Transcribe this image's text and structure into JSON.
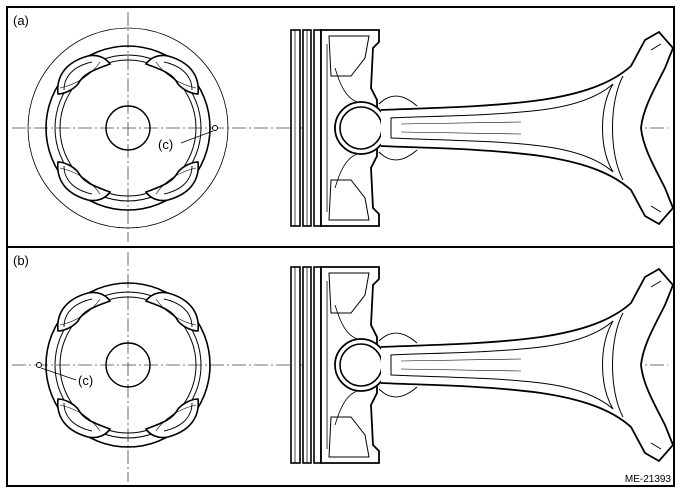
{
  "panels": [
    {
      "label": "(a)",
      "callout": "(c)"
    },
    {
      "label": "(b)",
      "callout": "(c)"
    }
  ],
  "figure_code": "ME-21393",
  "colors": {
    "line": "#000000",
    "center_line": "#444444",
    "background": "#ffffff"
  }
}
